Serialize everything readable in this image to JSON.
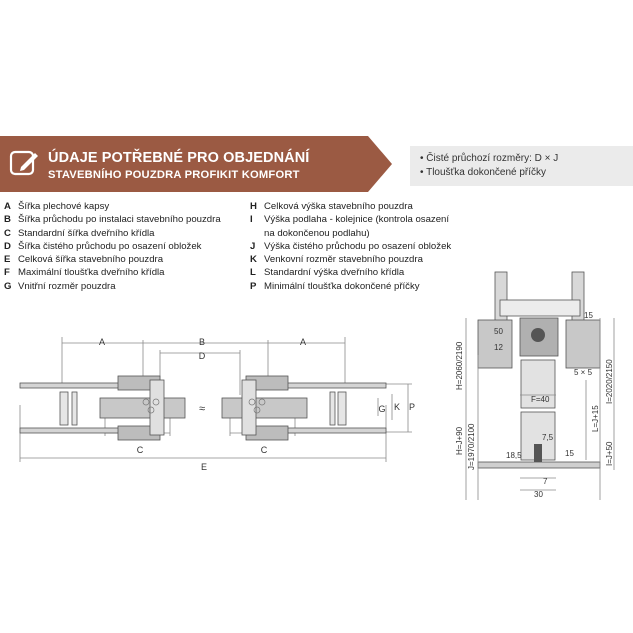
{
  "header": {
    "title_line1": "ÚDAJE POTŘEBNÉ PRO OBJEDNÁNÍ",
    "title_line2": "STAVEBNÍHO POUZDRA PROFIKIT KOMFORT",
    "icon": "pencil-edit-icon",
    "banner_color": "#9b5a43"
  },
  "info_box": {
    "lines": [
      "• Čisté průchozí rozměry: D × J",
      "• Tloušťka dokončené příčky"
    ]
  },
  "legend_left": [
    {
      "key": "A",
      "text": "Šířka plechové kapsy"
    },
    {
      "key": "B",
      "text": "Šířka průchodu po instalaci stavebního pouzdra"
    },
    {
      "key": "C",
      "text": "Standardní šířka dveřního křídla"
    },
    {
      "key": "D",
      "text": "Šířka čistého průchodu po osazení obložek"
    },
    {
      "key": "E",
      "text": "Celková šířka stavebního pouzdra"
    },
    {
      "key": "F",
      "text": "Maximální tloušťka dveřního křídla"
    },
    {
      "key": "G",
      "text": "Vnitřní rozměr pouzdra"
    }
  ],
  "legend_right": [
    {
      "key": "H",
      "text": "Celková výška stavebního pouzdra"
    },
    {
      "key": "I",
      "text": "Výška podlaha - kolejnice (kontrola osazení\nna dokončenou podlahu)"
    },
    {
      "key": "J",
      "text": "Výška čistého průchodu po osazení obložek"
    },
    {
      "key": "K",
      "text": "Venkovní rozměr stavebního pouzdra"
    },
    {
      "key": "L",
      "text": "Standardní výška dveřního křídla"
    },
    {
      "key": "P",
      "text": "Minimální tloušťka dokončené příčky"
    }
  ],
  "plan_view": {
    "dim_A": "A",
    "dim_B": "B",
    "dim_D": "D",
    "dim_C_left": "C",
    "dim_C_right": "C",
    "dim_E": "E",
    "dim_G": "G",
    "dim_K": "K",
    "dim_P": "P",
    "break_mark": "≈"
  },
  "section_view": {
    "dim_15": "15",
    "dim_50": "50",
    "dim_12": "12",
    "dim_5x5": "5 × 5",
    "dim_F": "F=40",
    "dim_7_5": "7,5",
    "dim_7": "7",
    "dim_15_bottom": "15",
    "dim_18_5": "18,5",
    "dim_30": "30",
    "H_label": "H=2060/2190",
    "J_label": "J=1970/2100",
    "HJ90_label": "H=J+90",
    "I_label": "I=2020/2150",
    "LJ15_label": "L=J+15",
    "IJ50_label": "I=J+50"
  }
}
